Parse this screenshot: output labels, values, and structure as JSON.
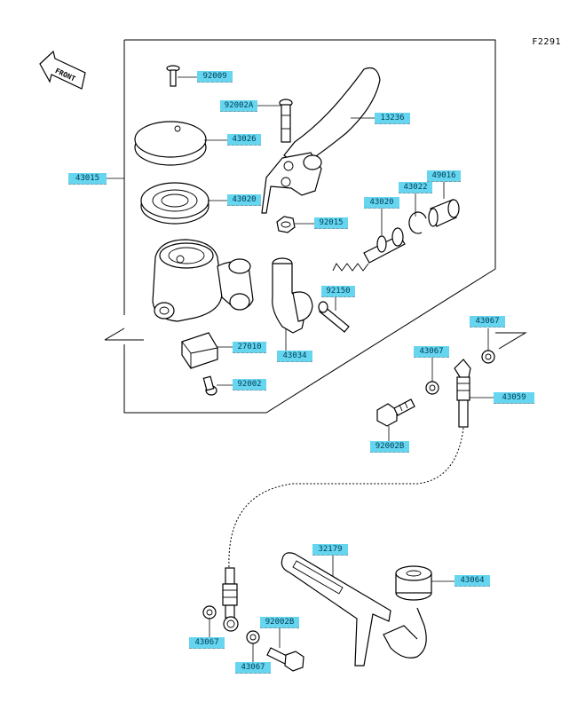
{
  "diagram_code": "F2291",
  "front_label": "FRONT",
  "parts": [
    {
      "id": "p92009",
      "label": "92009"
    },
    {
      "id": "p92002A",
      "label": "92002A"
    },
    {
      "id": "p13236",
      "label": "13236"
    },
    {
      "id": "p43026",
      "label": "43026"
    },
    {
      "id": "p49016",
      "label": "49016"
    },
    {
      "id": "p43015",
      "label": "43015"
    },
    {
      "id": "p43022",
      "label": "43022"
    },
    {
      "id": "p43020a",
      "label": "43020"
    },
    {
      "id": "p43020b",
      "label": "43020"
    },
    {
      "id": "p92015",
      "label": "92015"
    },
    {
      "id": "p92150",
      "label": "92150"
    },
    {
      "id": "p43067a",
      "label": "43067"
    },
    {
      "id": "p27010",
      "label": "27010"
    },
    {
      "id": "p43034",
      "label": "43034"
    },
    {
      "id": "p43067b",
      "label": "43067"
    },
    {
      "id": "p92002",
      "label": "92002"
    },
    {
      "id": "p43059",
      "label": "43059"
    },
    {
      "id": "p92002B",
      "label": "92002B"
    },
    {
      "id": "p32179",
      "label": "32179"
    },
    {
      "id": "p43064",
      "label": "43064"
    },
    {
      "id": "p92002Bb",
      "label": "92002B"
    },
    {
      "id": "p43067c",
      "label": "43067"
    },
    {
      "id": "p43067d",
      "label": "43067"
    }
  ]
}
